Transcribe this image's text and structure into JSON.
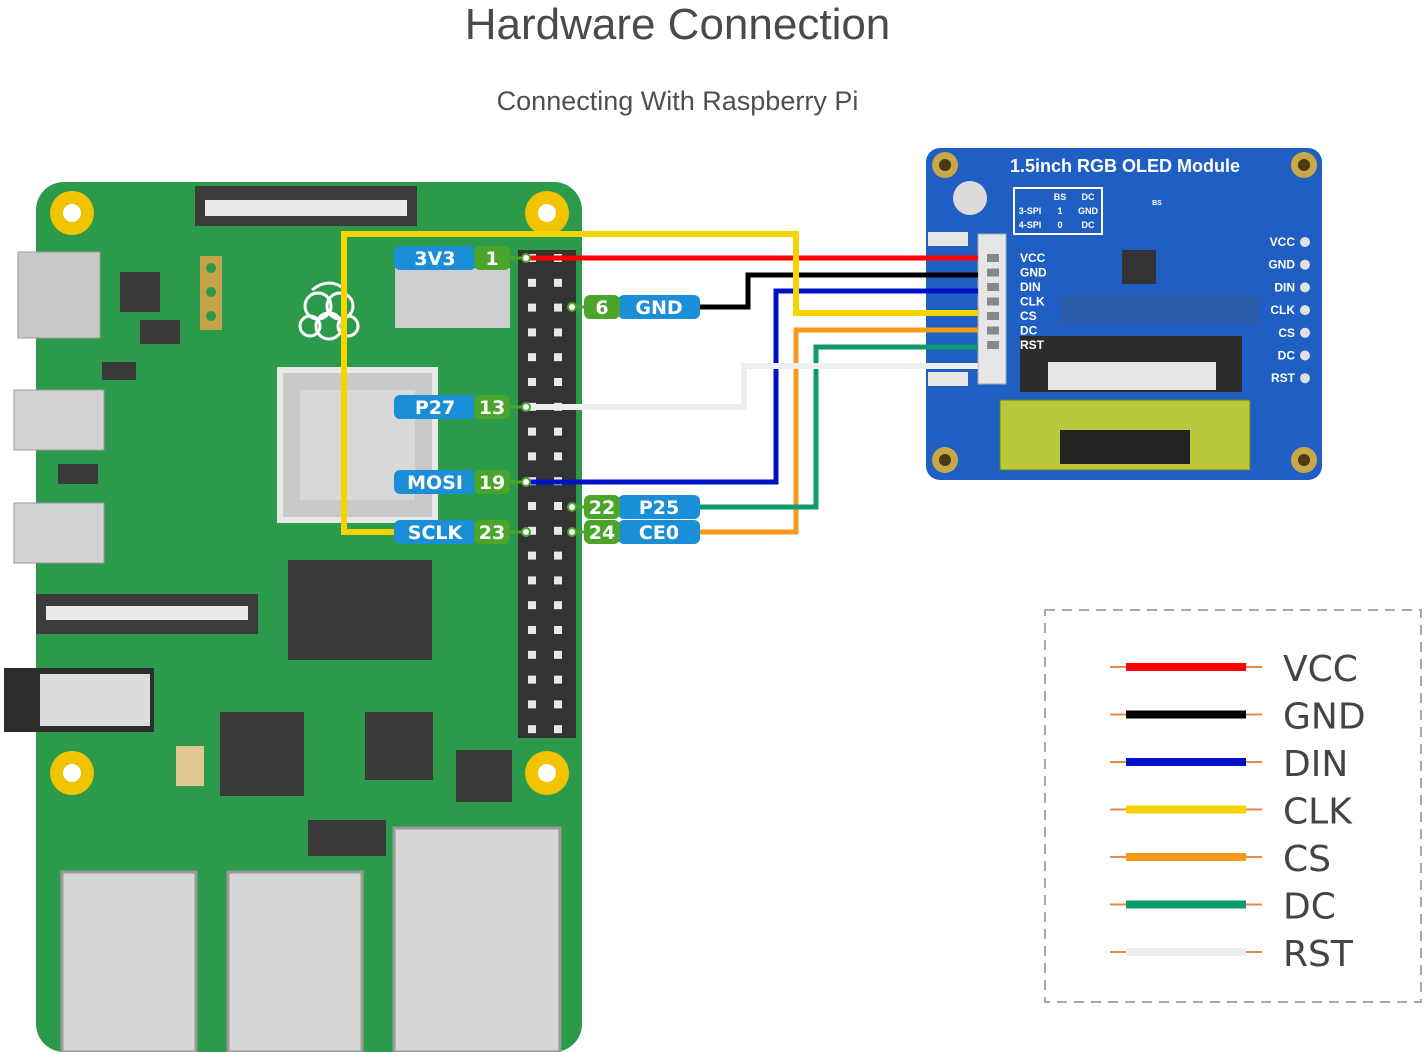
{
  "title": "Hardware Connection",
  "subtitle": "Connecting With Raspberry Pi",
  "module": {
    "name": "1.5inch RGB OLED Module",
    "pins": [
      "VCC",
      "GND",
      "DIN",
      "CLK",
      "CS",
      "DC",
      "RST"
    ],
    "silk_pins": [
      "VCC",
      "GND",
      "DIN",
      "CLK",
      "CS",
      "DC",
      "RST"
    ],
    "table": {
      "header": [
        "BS",
        "DC"
      ],
      "rows": [
        [
          "3-SPI",
          "1",
          "GND"
        ],
        [
          "4-SPI",
          "0",
          "DC"
        ]
      ]
    },
    "bs_label": "BS"
  },
  "pi_pins": [
    {
      "name": "3V3",
      "num": "1"
    },
    {
      "name": "GND",
      "num": "6"
    },
    {
      "name": "P27",
      "num": "13"
    },
    {
      "name": "MOSI",
      "num": "19"
    },
    {
      "name": "P25",
      "num": "22"
    },
    {
      "name": "SCLK",
      "num": "23"
    },
    {
      "name": "CE0",
      "num": "24"
    }
  ],
  "legend": [
    {
      "label": "VCC",
      "color": "#ff0000"
    },
    {
      "label": "GND",
      "color": "#000000"
    },
    {
      "label": "DIN",
      "color": "#0010c8"
    },
    {
      "label": "CLK",
      "color": "#f5d400"
    },
    {
      "label": "CS",
      "color": "#f79a1c"
    },
    {
      "label": "DC",
      "color": "#0c9b6a"
    },
    {
      "label": "RST",
      "color": "#eeeeee"
    }
  ],
  "colors": {
    "pi_board": "#2c9a4b",
    "module_board": "#1f5fc4",
    "pin_name_bg": "#1a8ed6",
    "pin_num_bg": "#4aa52a"
  }
}
